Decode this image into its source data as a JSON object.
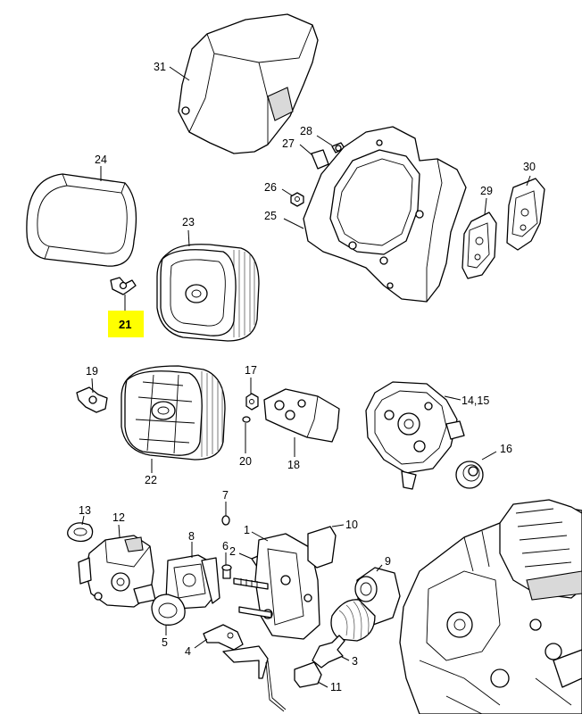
{
  "parts": {
    "p31": "31",
    "p28": "28",
    "p27": "27",
    "p24": "24",
    "p26": "26",
    "p30": "30",
    "p29": "29",
    "p25": "25",
    "p23": "23",
    "p21": "21",
    "p19": "19",
    "p17": "17",
    "p14_15": "14,15",
    "p16": "16",
    "p20": "20",
    "p18": "18",
    "p22": "22",
    "p7": "7",
    "p13": "13",
    "p12": "12",
    "p1": "1",
    "p10": "10",
    "p8": "8",
    "p6": "6",
    "p2": "2",
    "p9": "9",
    "p5": "5",
    "p4": "4",
    "p3": "3",
    "p11": "11"
  },
  "highlight": {
    "part": "21",
    "color": "#ffff00"
  }
}
